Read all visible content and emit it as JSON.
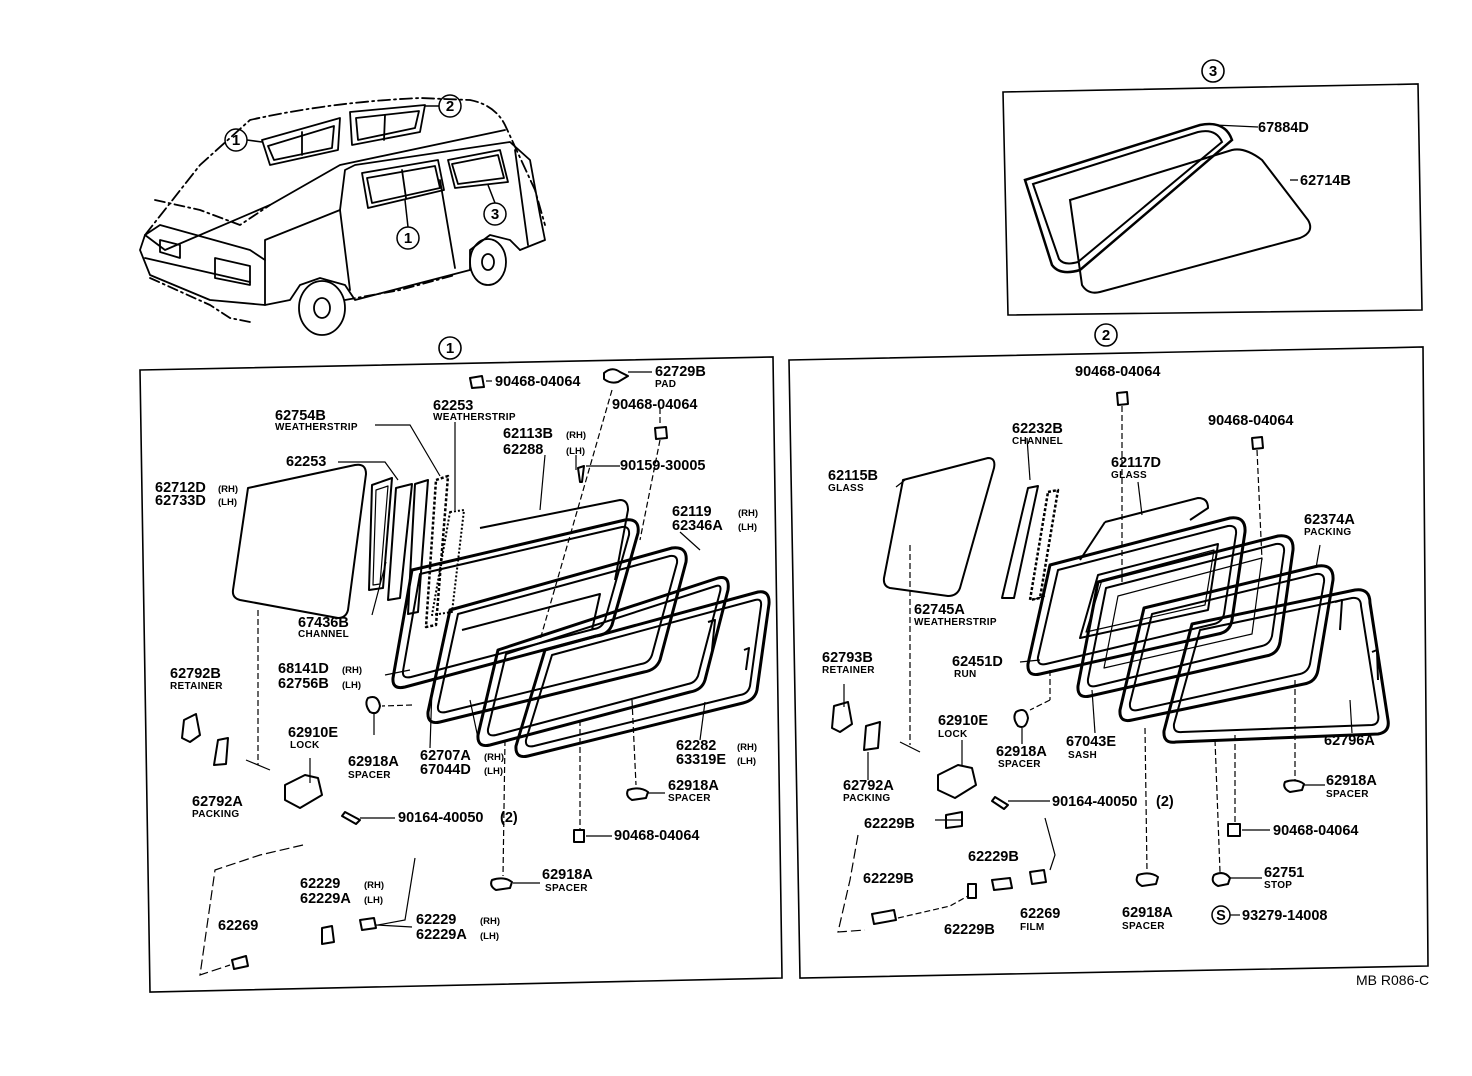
{
  "refs": {
    "r1": "1",
    "r2": "2",
    "r3": "3"
  },
  "van": {
    "c1a": "1",
    "c2": "2",
    "c1b": "1",
    "c3": "3"
  },
  "s3": {
    "p1": "67884D",
    "p2": "62714B"
  },
  "s1": {
    "a": {
      "pn": "90468-04064"
    },
    "b": {
      "pn": "62729B",
      "sub": "PAD"
    },
    "c": {
      "pn": "90468-04064"
    },
    "d": {
      "pn": "62754B",
      "sub": "WEATHERSTRIP"
    },
    "e": {
      "pn": "62253",
      "sub": "WEATHERSTRIP"
    },
    "f": {
      "pn": "62113B",
      "sfx": "(RH)"
    },
    "g": {
      "pn": "62288",
      "sfx": "(LH)"
    },
    "h": {
      "pn": "62253"
    },
    "i": {
      "pn": "90159-30005"
    },
    "j1": {
      "pn": "62712D",
      "sfx": "(RH)"
    },
    "j2": {
      "pn": "62733D",
      "sfx": "(LH)"
    },
    "k1": {
      "pn": "62119",
      "sfx": "(RH)"
    },
    "k2": {
      "pn": "62346A",
      "sfx": "(LH)"
    },
    "l": {
      "pn": "67436B",
      "sub": "CHANNEL"
    },
    "m1": {
      "pn": "68141D",
      "sfx": "(RH)"
    },
    "m2": {
      "pn": "62756B",
      "sfx": "(LH)"
    },
    "n": {
      "pn": "62792B",
      "sub": "RETAINER"
    },
    "o": {
      "pn": "62910E",
      "sub": "LOCK"
    },
    "p": {
      "pn": "62918A",
      "sub": "SPACER"
    },
    "q1": {
      "pn": "62707A",
      "sfx": "(RH)"
    },
    "q2": {
      "pn": "67044D",
      "sfx": "(LH)"
    },
    "r1": {
      "pn": "62282",
      "sfx": "(RH)"
    },
    "r2": {
      "pn": "63319E",
      "sfx": "(LH)"
    },
    "s": {
      "pn": "62792A",
      "sub": "PACKING"
    },
    "t": {
      "pn": "62918A",
      "sub": "SPACER"
    },
    "u": {
      "pn": "90164-40050",
      "qty": "(2)"
    },
    "v": {
      "pn": "90468-04064"
    },
    "w": {
      "pn": "62918A",
      "sub": "SPACER"
    },
    "x1": {
      "pn": "62229",
      "sfx": "(RH)"
    },
    "x2": {
      "pn": "62229A",
      "sfx": "(LH)"
    },
    "y": {
      "pn": "62269"
    },
    "z1": {
      "pn": "62229",
      "sfx": "(RH)"
    },
    "z2": {
      "pn": "62229A",
      "sfx": "(LH)"
    }
  },
  "s2": {
    "a": {
      "pn": "90468-04064"
    },
    "b": {
      "pn": "62232B",
      "sub": "CHANNEL"
    },
    "c": {
      "pn": "90468-04064"
    },
    "d": {
      "pn": "62115B",
      "sub": "GLASS"
    },
    "e": {
      "pn": "62117D",
      "sub": "GLASS"
    },
    "f": {
      "pn": "62374A",
      "sub": "PACKING"
    },
    "g": {
      "pn": "62745A",
      "sub": "WEATHERSTRIP"
    },
    "h": {
      "pn": "62793B",
      "sub": "RETAINER"
    },
    "i": {
      "pn": "62451D",
      "sub": "RUN"
    },
    "j": {
      "pn": "62910E",
      "sub": "LOCK"
    },
    "k": {
      "pn": "62918A",
      "sub": "SPACER"
    },
    "l": {
      "pn": "67043E",
      "sub": "SASH"
    },
    "m": {
      "pn": "62796A"
    },
    "n": {
      "pn": "62792A",
      "sub": "PACKING"
    },
    "o": {
      "pn": "90164-40050",
      "qty": "(2)"
    },
    "p": {
      "pn": "62918A",
      "sub": "SPACER"
    },
    "q": {
      "pn": "62229B"
    },
    "r": {
      "pn": "90468-04064"
    },
    "s": {
      "pn": "62229B"
    },
    "t": {
      "pn": "62229B"
    },
    "u": {
      "pn": "62751",
      "sub": "STOP"
    },
    "v": {
      "pn": "62269",
      "sub": "FILM"
    },
    "w": {
      "pn": "62918A",
      "sub": "SPACER"
    },
    "x": {
      "pn": "93279-14008",
      "sym": "S"
    },
    "y": {
      "pn": "62229B"
    }
  },
  "diagram_code": "MB R086-C"
}
